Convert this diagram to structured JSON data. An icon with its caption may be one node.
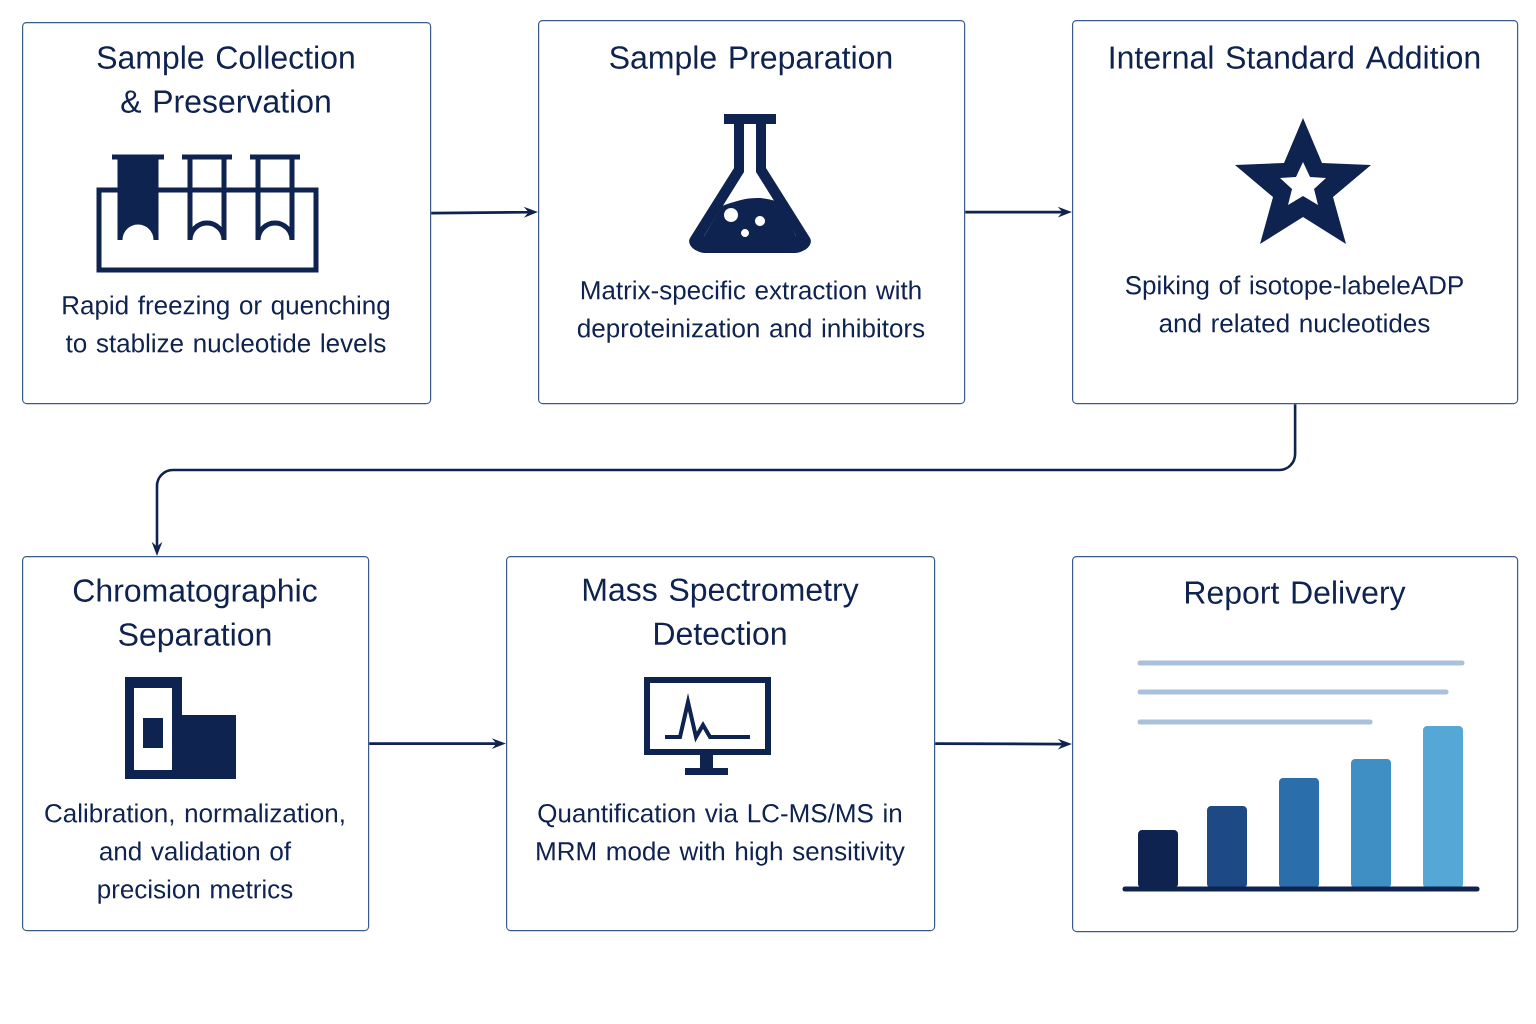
{
  "diagram": {
    "nodes": [
      {
        "text": [
          "Sample Collection & Preservation",
          "Rapid freezing or quenching to stablize nucleotide levels"
        ]
      },
      {
        "text": [
          "Sample Preparation",
          "Matrix-specific extraction with deproteinization and inhibitors"
        ]
      },
      {
        "text": [
          "Internal Standard Addition",
          "Spiking of isotope-labeleADP and related nucleotides"
        ]
      },
      {
        "text": [
          "Chromatographic Separation",
          "Calibration, normalization, and validation of precision metrics"
        ]
      },
      {
        "text": [
          "Mass Spectrometry Detection",
          "Quantification via LC-MS/MS in MRM mode with high sensitivity"
        ]
      },
      {
        "text": [
          "Report Delivery"
        ]
      }
    ],
    "edges": [
      {
        "from": 0,
        "to": 1,
        "arrow": "to"
      },
      {
        "from": 1,
        "to": 2,
        "arrow": "to"
      },
      {
        "from": 2,
        "to": 3,
        "arrow": "to"
      },
      {
        "from": 3,
        "to": 4,
        "arrow": "to"
      },
      {
        "from": 4,
        "to": 5,
        "arrow": "to"
      }
    ]
  }
}
